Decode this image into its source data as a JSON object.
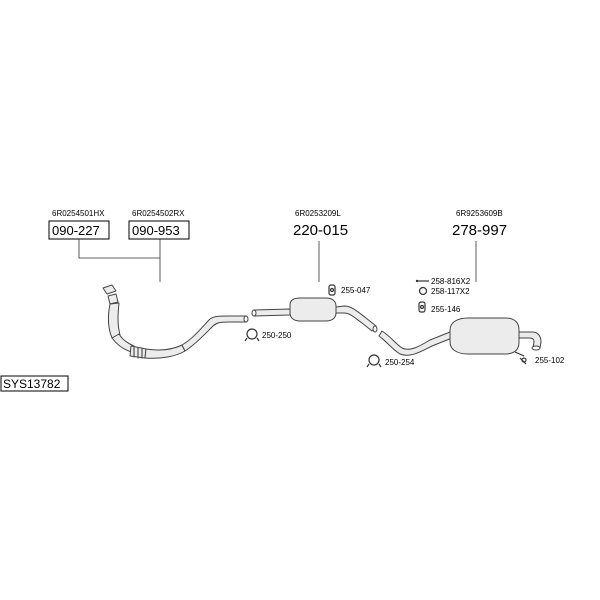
{
  "system_code": "SYS13782",
  "parts": [
    {
      "id": "p1",
      "oem": "6R0254501HX",
      "number": "090-227",
      "boxed": true
    },
    {
      "id": "p2",
      "oem": "6R0254502RX",
      "number": "090-953",
      "boxed": true
    },
    {
      "id": "p3",
      "oem": "6R0253209L",
      "number": "220-015",
      "boxed": false
    },
    {
      "id": "p4",
      "oem": "6R9253609B",
      "number": "278-997",
      "boxed": false
    }
  ],
  "accessories": {
    "a1": "255-047",
    "a2": "250-250",
    "a3": "250-254",
    "a4": "258-816X2",
    "a5": "258-117X2",
    "a6": "255-146",
    "a7": "255-102"
  }
}
